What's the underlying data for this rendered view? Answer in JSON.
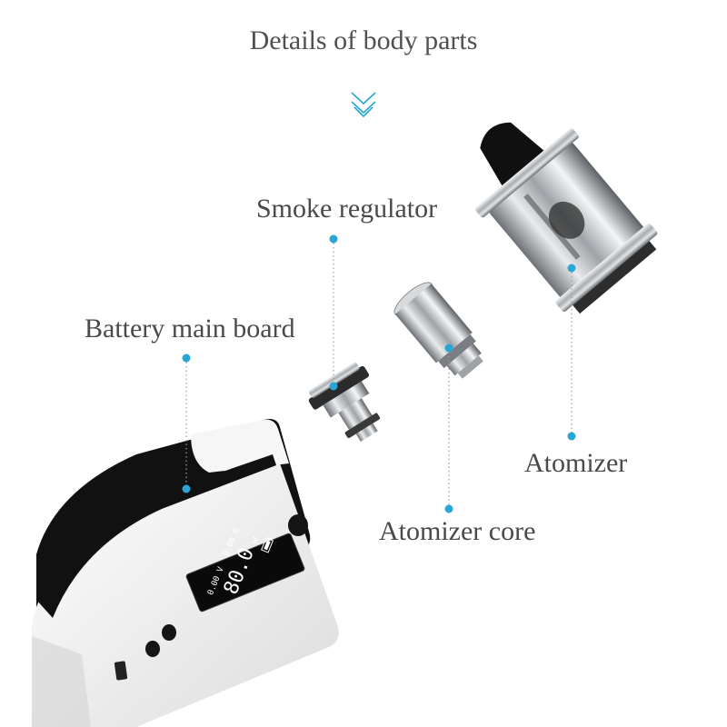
{
  "heading": "Details of  body parts",
  "labels": {
    "smoke_regulator": "Smoke regulator",
    "battery_main_board": "Battery main board",
    "atomizer": "Atomizer",
    "atomizer_core": "Atomizer core"
  },
  "display": {
    "wattage": "80.0",
    "wattage_unit": "w",
    "voltage": "0.00 V",
    "resistance": "0.00 Ω"
  },
  "colors": {
    "accent": "#2aa6d6",
    "label_text": "#4a4a4a",
    "device_body": "#ffffff",
    "device_trim": "#111111"
  },
  "icons": [
    "double-chevron-down-icon",
    "battery-icon"
  ]
}
